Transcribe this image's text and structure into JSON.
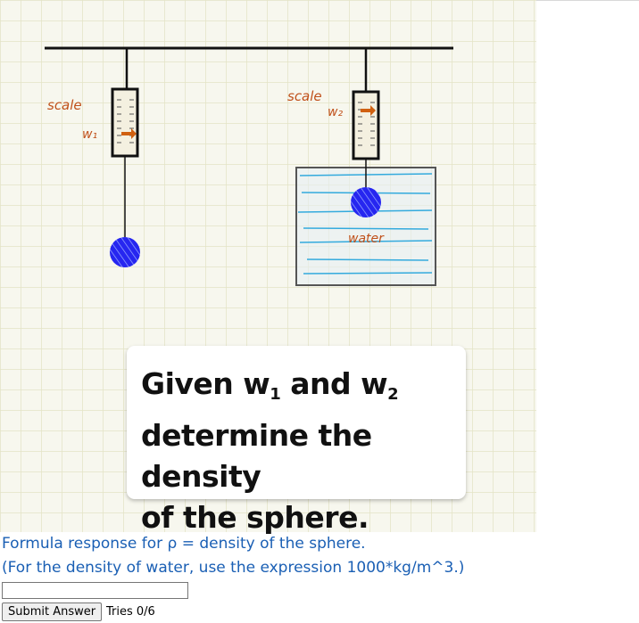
{
  "figure": {
    "left_scale_label": "scale",
    "right_scale_label": "scale",
    "w1_label": "w₁",
    "w2_label": "w₂",
    "water_label": "water",
    "colors": {
      "grid": "#e6e6c8",
      "paper": "#f7f7ee",
      "sphere": "#2222ee",
      "label": "#c0501a",
      "water_line": "#33aadd",
      "arrow": "#d06010"
    }
  },
  "card": {
    "line1_prefix": "Given w",
    "line1_sub1": "1",
    "line1_middle": " and w",
    "line1_sub2": "2",
    "line2": "determine the density",
    "line3": "of the sphere."
  },
  "prompt": {
    "line1": "Formula response for ρ = density of the sphere.",
    "line2": "(For the density of water, use the expression 1000*kg/m^3.)"
  },
  "answer": {
    "value": ""
  },
  "controls": {
    "submit_label": "Submit Answer",
    "tries": "Tries 0/6"
  }
}
